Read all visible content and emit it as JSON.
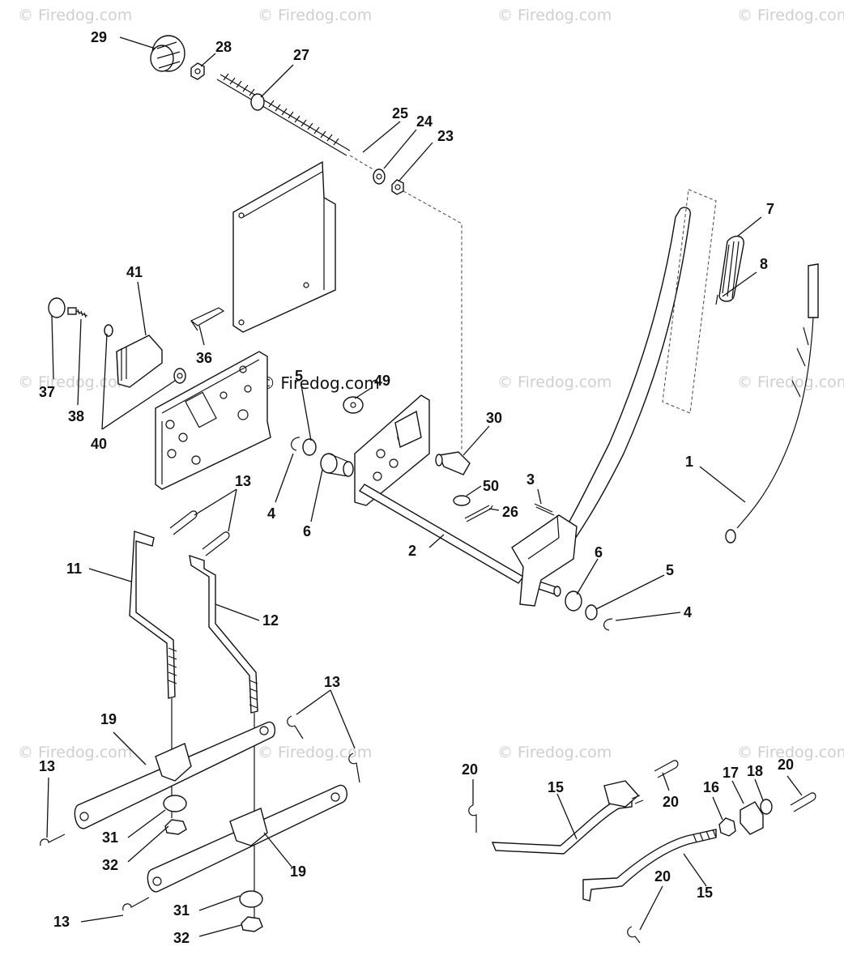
{
  "watermarks": {
    "text": "© Firedog.com",
    "center_text": "© Firedog.com"
  },
  "colors": {
    "ink": "#111111",
    "watermark": "#cfcfcf",
    "background": "#ffffff"
  },
  "callouts": [
    "29",
    "28",
    "27",
    "25",
    "24",
    "23",
    "7",
    "8",
    "41",
    "37",
    "38",
    "40",
    "36",
    "5",
    "49",
    "30",
    "1",
    "13",
    "4",
    "6",
    "3",
    "50",
    "26",
    "2",
    "11",
    "12",
    "6",
    "5",
    "4",
    "13",
    "19",
    "13",
    "31",
    "32",
    "19",
    "13",
    "31",
    "32",
    "20",
    "15",
    "20",
    "16",
    "17",
    "18",
    "20",
    "20",
    "15"
  ]
}
